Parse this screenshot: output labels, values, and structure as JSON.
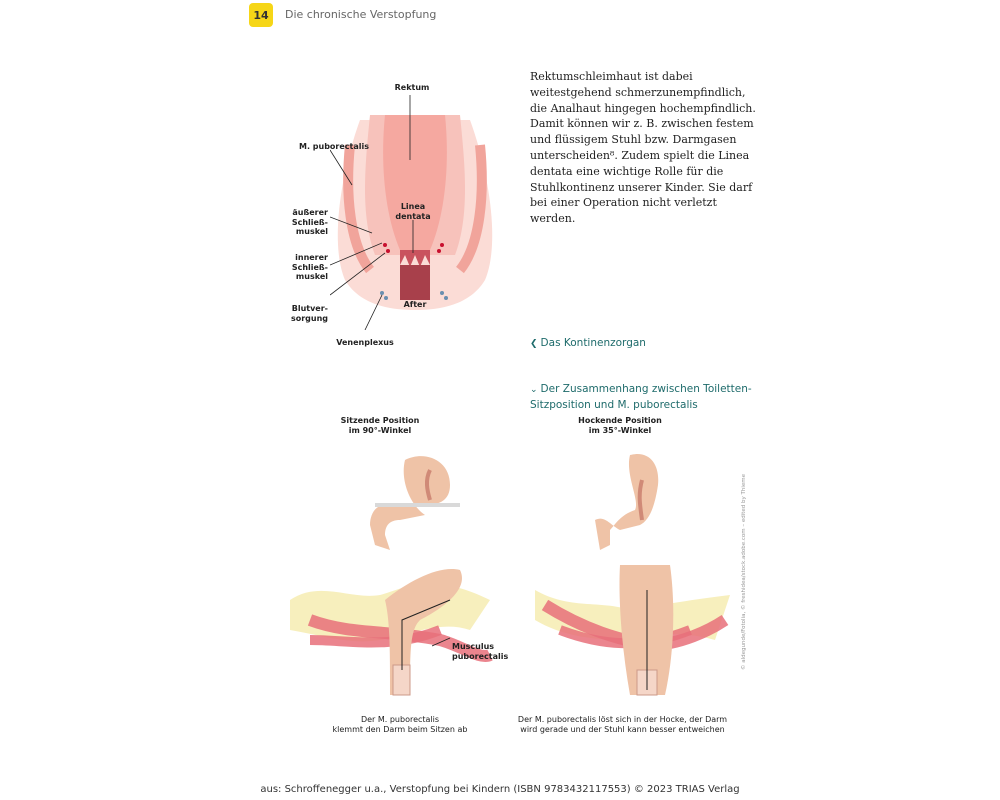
{
  "header": {
    "page_number": "14",
    "running_head": "Die chronische Verstopfung"
  },
  "figure1": {
    "labels": {
      "rektum": "Rektum",
      "puborectalis": "M. puborectalis",
      "aeusserer": "äußerer\nSchließ-\nmuskel",
      "innerer": "innerer\nSchließ-\nmuskel",
      "linea": "Linea\ndentata",
      "blut": "Blutver-\nsorgung",
      "after": "After",
      "venen": "Venenplexus"
    }
  },
  "body_text": "Rektumschleimhaut ist dabei weitestgehend schmerzunempfindlich, die Analhaut hingegen hochempfindlich. Damit können wir z. B. zwischen festem und flüssigem Stuhl bzw. Darmgasen unterscheiden⁸. Zudem spielt die Linea dentata eine wichtige Rolle für die Stuhlkontinenz unserer Kinder. Sie darf bei einer Operation nicht verletzt werden.",
  "xrefs": {
    "kontinenz": "Das Kontinenzorgan",
    "zusammenhang": "Der Zusammenhang zwischen Toiletten-\nSitzposition und M. puborectalis"
  },
  "figure2": {
    "sitting_title": "Sitzende Position\nim 90°-Winkel",
    "squat_title": "Hockende Position\nim 35°-Winkel",
    "musculus": "Musculus\npuborectalis",
    "sitting_caption": "Der M. puborectalis\nklemmt den Darm beim Sitzen ab",
    "squat_caption": "Der M. puborectalis löst sich in der Hocke, der Darm\nwird gerade und der Stuhl kann besser entweichen",
    "credit": "© aldegunde/Fotolia, © freshidea/stock.adobe.com – edited by Thieme"
  },
  "footer": "aus: Schroffenegger u.a., Verstopfung bei Kindern (ISBN 9783432117553) © 2023 TRIAS Verlag"
}
